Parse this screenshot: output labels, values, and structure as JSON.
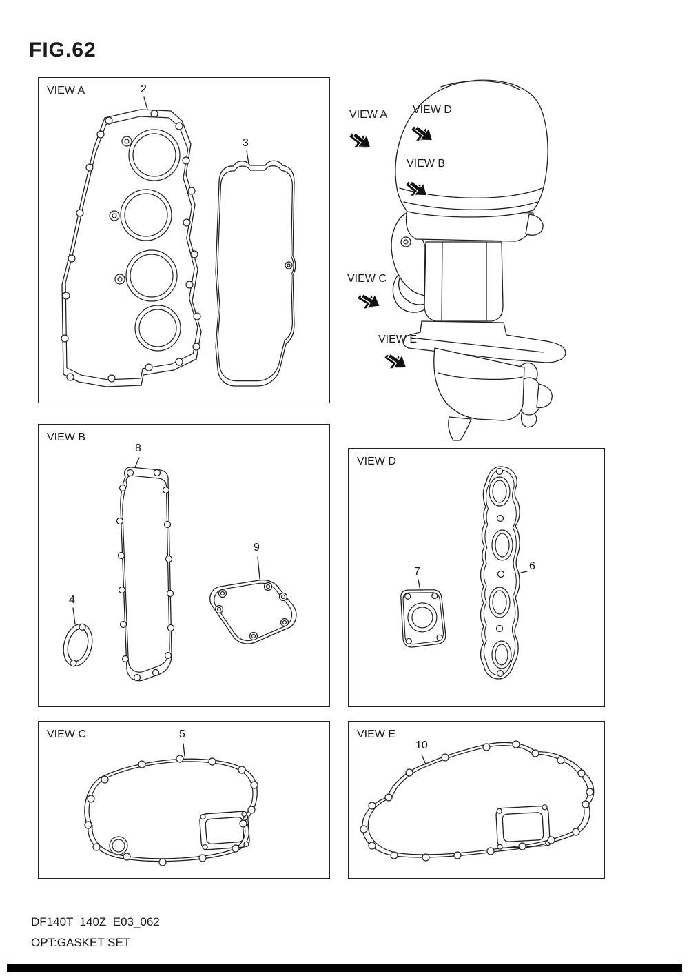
{
  "figure": {
    "title": "FIG.62",
    "model_code": "DF140T  140Z  E03_062",
    "option_label": "OPT:GASKET SET"
  },
  "boxes": {
    "view_a": {
      "label": "VIEW A",
      "parts": {
        "p2": "2",
        "p3": "3"
      }
    },
    "view_b": {
      "label": "VIEW B",
      "parts": {
        "p8": "8",
        "p9": "9",
        "p4": "4"
      }
    },
    "view_c": {
      "label": "VIEW C",
      "parts": {
        "p5": "5"
      }
    },
    "view_d": {
      "label": "VIEW D",
      "parts": {
        "p7": "7",
        "p6": "6"
      }
    },
    "view_e": {
      "label": "VIEW E",
      "parts": {
        "p10": "10"
      }
    }
  },
  "callouts": {
    "view_a": "VIEW A",
    "view_b": "VIEW B",
    "view_c": "VIEW C",
    "view_d": "VIEW D",
    "view_e": "VIEW E"
  }
}
